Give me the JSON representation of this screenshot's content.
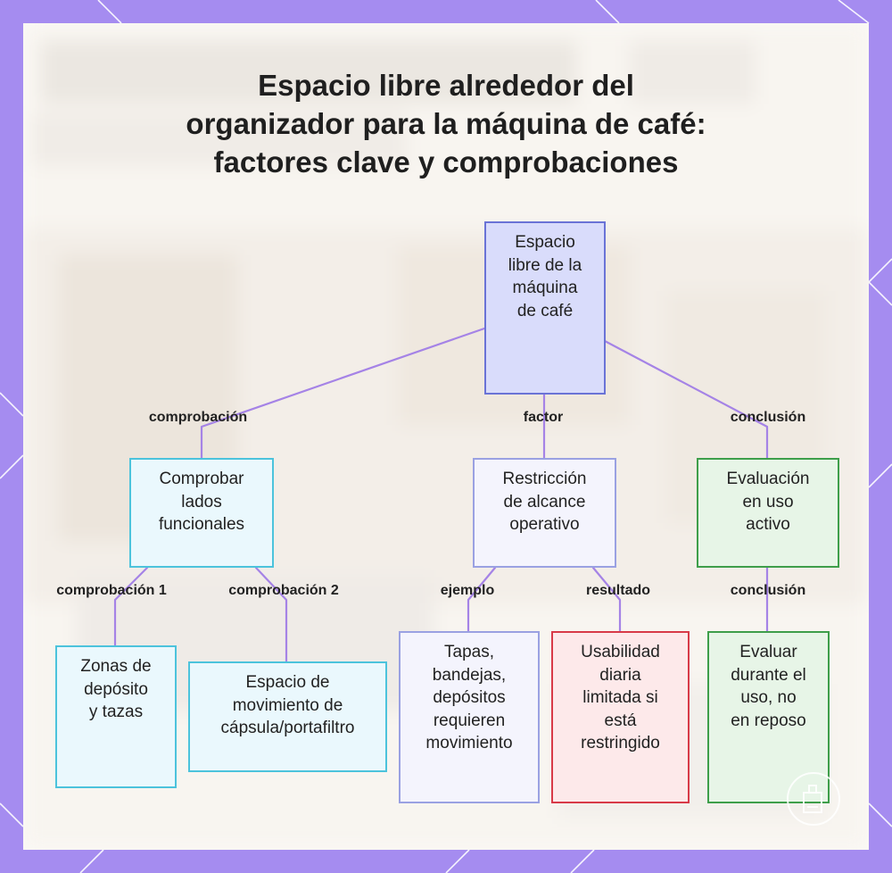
{
  "title_lines": [
    "Espacio libre alrededor del",
    "organizador para la máquina de café:",
    "factores clave y comprobaciones"
  ],
  "nodes": {
    "root": [
      "Espacio",
      "libre de la",
      "máquina",
      "de café"
    ],
    "check_sides": [
      "Comprobar",
      "lados",
      "funcionales"
    ],
    "reach": [
      "Restricción",
      "de alcance",
      "operativo"
    ],
    "active_use": [
      "Evaluación",
      "en uso",
      "activo"
    ],
    "zones": [
      "Zonas de",
      "depósito",
      "y tazas"
    ],
    "capsule": [
      "Espacio de",
      "movimiento de",
      "cápsula/portafiltro"
    ],
    "lids": [
      "Tapas,",
      "bandejas,",
      "depósitos",
      "requieren",
      "movimiento"
    ],
    "usability": [
      "Usabilidad",
      "diaria",
      "limitada si",
      "está",
      "restringido"
    ],
    "evaluate": [
      "Evaluar",
      "durante el",
      "uso, no",
      "en reposo"
    ]
  },
  "edge_labels": {
    "comprobacion": "comprobación",
    "factor": "factor",
    "conclusion": "conclusión",
    "comprobacion_1": "comprobación 1",
    "comprobacion_2": "comprobación 2",
    "ejemplo": "ejemplo",
    "resultado": "resultado",
    "conclusion_2": "conclusión"
  },
  "colors": {
    "frame": "#a58cf0",
    "edge": "#a583e6",
    "root_fill": "#d9dcfb",
    "root_border": "#6a73d6",
    "cyan_border": "#4cc3dc",
    "lavender_border": "#9aa1e2",
    "green_border": "#3e9e4a",
    "red_border": "#d83a48"
  }
}
